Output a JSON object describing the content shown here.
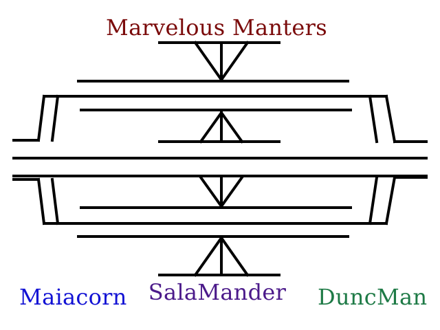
{
  "labels": {
    "title": "Marvelous Manters",
    "left": "Maiacorn",
    "center": "SalaMander",
    "right": "DuncMan"
  },
  "colors": {
    "title": "#7a0a0a",
    "left": "#1212d4",
    "center": "#4b1a8a",
    "right": "#1e7a46",
    "lines": "#000000"
  }
}
